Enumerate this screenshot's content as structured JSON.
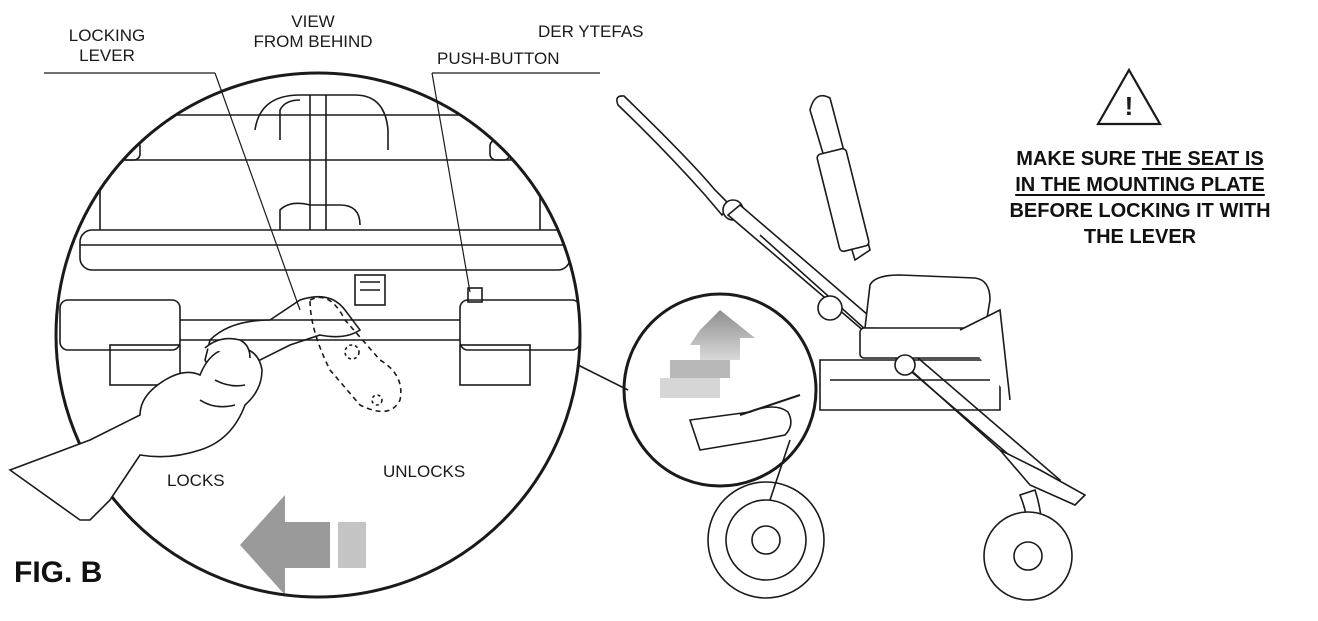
{
  "labels": {
    "locking_lever_line1": "LOCKING",
    "locking_lever_line2": "LEVER",
    "view_line1": "VIEW",
    "view_line2": "FROM BEHIND",
    "der_ytefas": "DER YTEFAS",
    "push_button": "PUSH-BUTTON",
    "locks": "LOCKS",
    "unlocks": "UNLOCKS",
    "figure": "FIG. B"
  },
  "warning": {
    "symbol": "!",
    "part1": "MAKE SURE ",
    "part2_underlined": "THE SEAT IS",
    "part3_underlined": "IN THE MOUNTING PLATE",
    "part4": "BEFORE LOCKING IT WITH",
    "part5": "THE LEVER"
  },
  "colors": {
    "line": "#1a1a1a",
    "arrow_gray": "#9a9a9a",
    "arrow_light": "#c4c4c4"
  }
}
